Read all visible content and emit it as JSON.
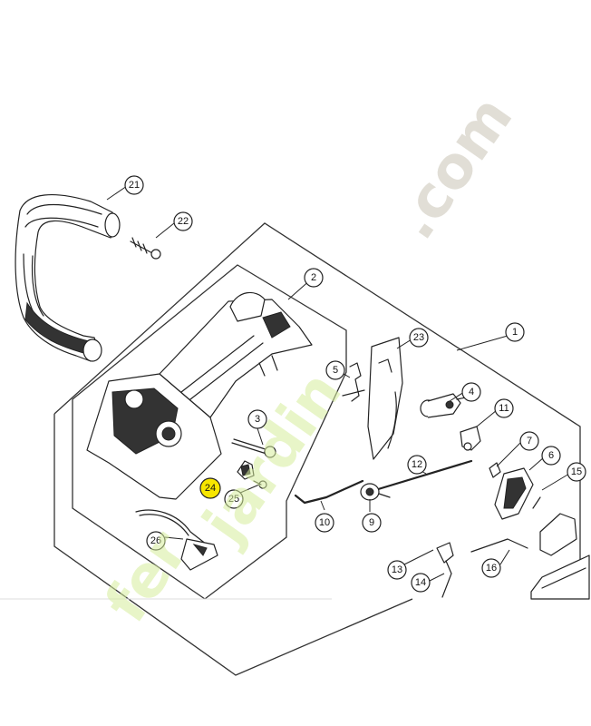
{
  "callouts": [
    {
      "id": "c1",
      "label": "1",
      "highlight": false
    },
    {
      "id": "c2",
      "label": "2",
      "highlight": false
    },
    {
      "id": "c3",
      "label": "3",
      "highlight": false
    },
    {
      "id": "c4",
      "label": "4",
      "highlight": false
    },
    {
      "id": "c5",
      "label": "5",
      "highlight": false
    },
    {
      "id": "c6",
      "label": "6",
      "highlight": false
    },
    {
      "id": "c7",
      "label": "7",
      "highlight": false
    },
    {
      "id": "c9",
      "label": "9",
      "highlight": false
    },
    {
      "id": "c10",
      "label": "10",
      "highlight": false
    },
    {
      "id": "c11",
      "label": "11",
      "highlight": false
    },
    {
      "id": "c12",
      "label": "12",
      "highlight": false
    },
    {
      "id": "c13",
      "label": "13",
      "highlight": false
    },
    {
      "id": "c14",
      "label": "14",
      "highlight": false
    },
    {
      "id": "c15",
      "label": "15",
      "highlight": false
    },
    {
      "id": "c16",
      "label": "16",
      "highlight": false
    },
    {
      "id": "c21",
      "label": "21",
      "highlight": false
    },
    {
      "id": "c22",
      "label": "22",
      "highlight": false
    },
    {
      "id": "c23",
      "label": "23",
      "highlight": false
    },
    {
      "id": "c24",
      "label": "24",
      "highlight": true
    },
    {
      "id": "c25",
      "label": "25",
      "highlight": false
    },
    {
      "id": "c26",
      "label": "26",
      "highlight": false
    }
  ],
  "watermark": {
    "part1": "fer",
    "part2": "jardin",
    "part3": ".com",
    "color_green": "#d6ec9a",
    "color_gray": "#c9c3b5"
  },
  "colors": {
    "highlight": "#f7e600",
    "ink": "#222222"
  }
}
